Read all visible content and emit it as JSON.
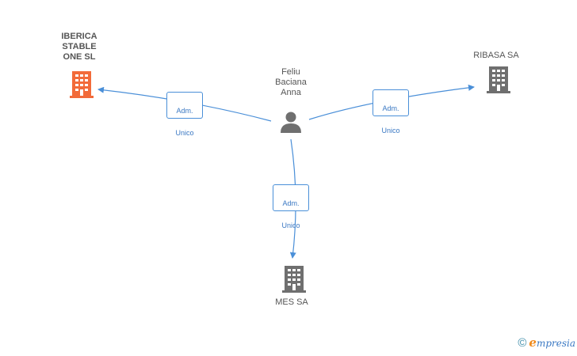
{
  "colors": {
    "edge": "#4a8fd8",
    "building": "#6f6f6f",
    "building_highlight": "#f26b3a",
    "person": "#6f6f6f"
  },
  "nodes": {
    "person": {
      "label": "Feliu\nBaciana\nAnna",
      "icon": "person-icon"
    },
    "iberica": {
      "label": "IBERICA\nSTABLE\nONE SL",
      "icon": "building-icon"
    },
    "ribasa": {
      "label": "RIBASA SA",
      "icon": "building-icon"
    },
    "mes": {
      "label": "MES SA",
      "icon": "building-icon"
    }
  },
  "edges": [
    {
      "from": "person",
      "to": "iberica",
      "line1": "Adm.",
      "line2": "Unico"
    },
    {
      "from": "person",
      "to": "ribasa",
      "line1": "Adm.",
      "line2": "Unico"
    },
    {
      "from": "person",
      "to": "mes",
      "line1": "Adm.",
      "line2": "Unico"
    }
  ],
  "footer": {
    "copyright": "©",
    "brand_initial": "e",
    "brand_rest": "mpresia"
  }
}
